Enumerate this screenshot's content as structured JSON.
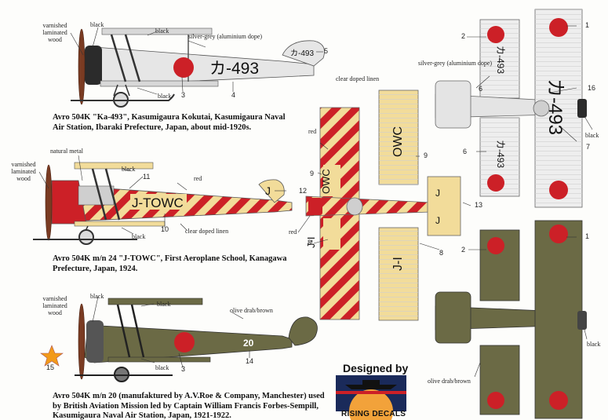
{
  "captions": {
    "ka493": "Avro 504K \"Ka-493\", Kasumigaura Kokutai, Kasumigaura Naval Air Station, Ibaraki Prefecture, Japan, about mid-1920s.",
    "jtowc": "Avro 504K m/n 24 \"J-TOWC\", First Aeroplane School, Kanagawa Prefecture, Japan, 1924.",
    "n20": "Avro 504K m/n 20 (manufaktured by A.V.Roe & Company, Manchester) used by British Aviation Mission led by Captain William Francis Forbes-Sempill, Kasumigaura Naval Air Station, Japan, 1921-1922."
  },
  "labels": {
    "varnished_wood": "varnished laminated wood",
    "black": "black",
    "silver_grey": "silver-grey (aluminium dope)",
    "natural_metal": "natural metal",
    "red": "red",
    "clear_linen": "clear doped linen",
    "olive_drab": "olive drab/brown"
  },
  "markings": {
    "ka493": "カ-493",
    "ka493_tail": "カ-493",
    "jtowc": "J-TOWC",
    "j": "J",
    "owc": "OWC",
    "ji": "J-I",
    "n20": "20"
  },
  "callouts": [
    "1",
    "2",
    "3",
    "4",
    "5",
    "6",
    "7",
    "8",
    "9",
    "10",
    "11",
    "12",
    "13",
    "14",
    "15",
    "16"
  ],
  "branding": {
    "designed_by": "Designed by",
    "name": "RISING DECALS"
  },
  "colors": {
    "silver": "#e4e4e4",
    "linen": "#f2dc9a",
    "red": "#cc2027",
    "olive": "#6b6a45",
    "black": "#1a1a1a"
  }
}
